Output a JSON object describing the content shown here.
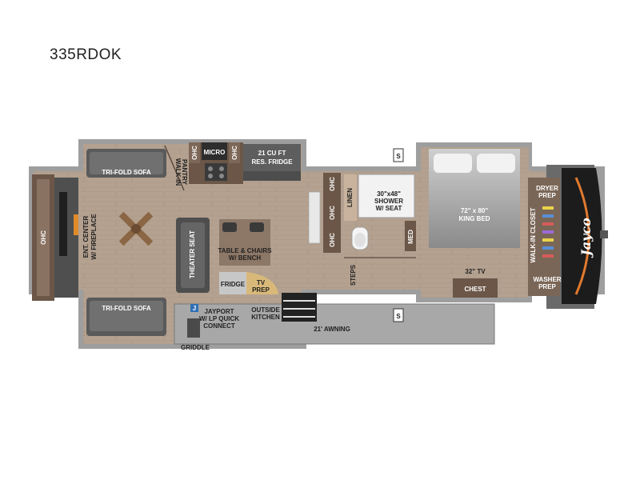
{
  "model_name": "335RDOK",
  "brand": "Jayco",
  "labels": {
    "ohc_left": "OHC",
    "ent_center": "ENT. CENTER",
    "fireplace": "W/ FIREPLACE",
    "trifold_top": "TRI-FOLD SOFA",
    "trifold_bottom": "TRI-FOLD SOFA",
    "walkin_pantry_1": "WALK-IN",
    "walkin_pantry_2": "PANTRY",
    "ohc_k1": "OHC",
    "micro": "MICRO",
    "ohc_k2": "OHC",
    "fridge_big_1": "21 CU FT",
    "fridge_big_2": "RES. FRIDGE",
    "theater_seat": "THEATER SEAT",
    "table_1": "TABLE & CHAIRS",
    "table_2": "W/ BENCH",
    "fridge_small": "FRIDGE",
    "tv_prep_1": "TV",
    "tv_prep_2": "PREP",
    "jayport_1": "JAYPORT",
    "jayport_2": "W/ LP QUICK",
    "jayport_3": "CONNECT",
    "j_badge": "J",
    "griddle": "GRIDDLE",
    "outside_kitchen_1": "OUTSIDE",
    "outside_kitchen_2": "KITCHEN",
    "awning": "21' AWNING",
    "ohc_b1": "OHC",
    "ohc_b2": "OHC",
    "ohc_b3": "OHC",
    "linen": "LINEN",
    "shower_1": "30\"x48\"",
    "shower_2": "SHOWER",
    "shower_3": "W/ SEAT",
    "med": "MED",
    "steps": "STEPS",
    "bed_1": "72\" x 80\"",
    "bed_2": "KING BED",
    "tv32": "32\" TV",
    "chest": "CHEST",
    "dryer_1": "DRYER",
    "dryer_2": "PREP",
    "walkin_closet": "WALK-IN CLOSET",
    "washer_1": "WASHER",
    "washer_2": "PREP",
    "s_top": "S",
    "s_bottom": "S"
  },
  "colors": {
    "floor": "#b3a08e",
    "wall": "#8c8c8c",
    "cabinet": "#6b5648",
    "sofa": "#585858",
    "awning": "#a9a9a9",
    "text": "#222222"
  }
}
